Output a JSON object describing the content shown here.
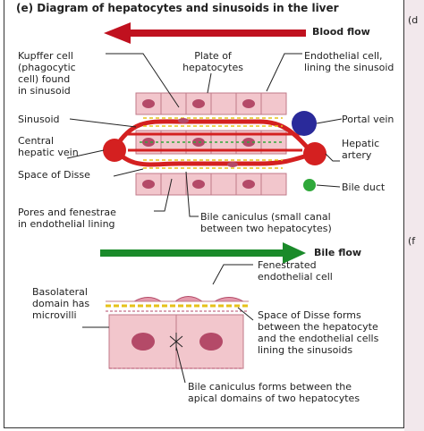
{
  "title": "(e) Diagram of hepatocytes and sinusoids in the liver",
  "side_labels": {
    "top": "(d",
    "mid": "(f"
  },
  "flows": {
    "blood": {
      "label": "Blood flow",
      "color": "#c0111f"
    },
    "bile": {
      "label": "Bile flow",
      "color": "#1a8a2a"
    }
  },
  "labels": {
    "kupffer": [
      "Kupffer cell",
      "(phagocytic",
      "cell) found",
      "in sinusoid"
    ],
    "plate": [
      "Plate of",
      "hepatocytes"
    ],
    "endothelial": [
      "Endothelial cell,",
      "lining the sinusoid"
    ],
    "sinusoid": "Sinusoid",
    "central_vein": [
      "Central",
      "hepatic vein"
    ],
    "space_disse": "Space of Disse",
    "portal_vein": "Portal vein",
    "hepatic_artery": [
      "Hepatic",
      "artery"
    ],
    "bile_duct": "Bile duct",
    "pores": [
      "Pores and fenestrae",
      "in endothelial lining"
    ],
    "bile_canaliculus": [
      "Bile caniculus (small canal",
      "between two hepatocytes)"
    ],
    "basolateral": [
      "Basolateral",
      "domain has",
      "microvilli"
    ],
    "fenestrated": [
      "Fenestrated",
      "endothelial cell"
    ],
    "disse_forms": [
      "Space of Disse forms",
      "between the hepatocyte",
      "and the endothelial cells",
      "lining the sinusoids"
    ],
    "bile_forms": [
      "Bile caniculus forms between the",
      "apical domains of two hepatocytes"
    ]
  },
  "colors": {
    "hepatocyte": "#f2c6cc",
    "nucleus": "#b44a68",
    "vessel": "#d42020",
    "portal_vein": "#2a2a9a",
    "bile_duct": "#2fa83a",
    "fenestra": "#e6c21a"
  }
}
